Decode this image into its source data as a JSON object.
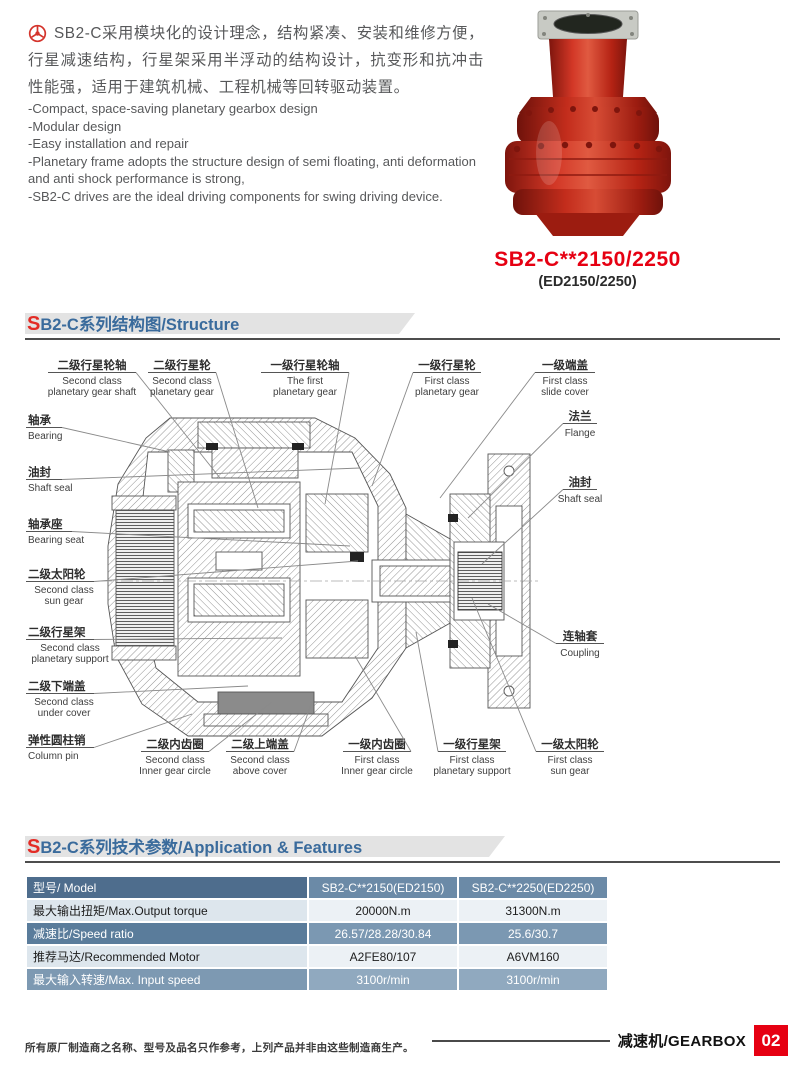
{
  "intro": {
    "zh": "SB2-C采用模块化的设计理念，结构紧凑、安装和维修方便，行星减速结构，行星架采用半浮动的结构设计，抗变形和抗冲击性能强，适用于建筑机械、工程机械等回转驱动装置。",
    "features": [
      "-Compact, space-saving planetary gearbox design",
      "-Modular design",
      "-Easy installation and repair",
      "-Planetary frame adopts the structure design of semi floating, anti deformation",
      "and anti shock performance is strong,",
      "-SB2-C drives are the ideal driving components for swing driving device."
    ]
  },
  "product": {
    "model": "SB2-C**2150/2250",
    "model_sub": "(ED2150/2250)"
  },
  "sections": {
    "structure": {
      "s": "S",
      "rest": "B2-C系列结构图/Structure"
    },
    "specs": {
      "s": "S",
      "rest": "B2-C系列技术参数/Application & Features"
    }
  },
  "diagram": {
    "labels": [
      {
        "zh": "二级行星轮轴",
        "en1": "Second class",
        "en2": "planetary gear shaft"
      },
      {
        "zh": "二级行星轮",
        "en1": "Second class",
        "en2": "planetary gear"
      },
      {
        "zh": "一级行星轮轴",
        "en1": "The first",
        "en2": "planetary gear"
      },
      {
        "zh": "一级行星轮",
        "en1": "First class",
        "en2": "planetary gear"
      },
      {
        "zh": "一级端盖",
        "en1": "First class",
        "en2": "slide cover"
      },
      {
        "zh": "法兰",
        "en1": "Flange"
      },
      {
        "zh": "油封",
        "en1": "Shaft seal"
      },
      {
        "zh": "轴承",
        "en1": "Bearing"
      },
      {
        "zh": "油封",
        "en1": "Shaft seal"
      },
      {
        "zh": "轴承座",
        "en1": "Bearing seat"
      },
      {
        "zh": "二级太阳轮",
        "en1": "Second class",
        "en2": "sun gear"
      },
      {
        "zh": "二级行星架",
        "en1": "Second class",
        "en2": "planetary support"
      },
      {
        "zh": "二级下端盖",
        "en1": "Second class",
        "en2": "under cover"
      },
      {
        "zh": "弹性圆柱销",
        "en1": "Column pin"
      },
      {
        "zh": "二级内齿圈",
        "en1": "Second class",
        "en2": "Inner gear circle"
      },
      {
        "zh": "二级上端盖",
        "en1": "Second class",
        "en2": "above cover"
      },
      {
        "zh": "一级内齿圈",
        "en1": "First class",
        "en2": "Inner gear circle"
      },
      {
        "zh": "一级行星架",
        "en1": "First class",
        "en2": "planetary support"
      },
      {
        "zh": "连轴套",
        "en1": "Coupling"
      },
      {
        "zh": "一级太阳轮",
        "en1": "First class",
        "en2": "sun gear"
      }
    ]
  },
  "table": {
    "headers": [
      "型号/ Model",
      "SB2-C**2150(ED2150)",
      "SB2-C**2250(ED2250)"
    ],
    "rows": [
      {
        "label": "最大输出扭矩/Max.Output torque",
        "v1": "20000N.m",
        "v2": "31300N.m"
      },
      {
        "label": "减速比/Speed ratio",
        "v1": "26.57/28.28/30.84",
        "v2": "25.6/30.7"
      },
      {
        "label": "推荐马达/Recommended Motor",
        "v1": "A2FE80/107",
        "v2": "A6VM160"
      },
      {
        "label": "最大输入转速/Max. Input speed",
        "v1": "3100r/min",
        "v2": "3100r/min"
      }
    ]
  },
  "footer": {
    "disclaimer": "所有原厂制造商之名称、型号及品名只作参考，上列产品并非由这些制造商生产。",
    "category": "减速机/GEARBOX",
    "page": "02"
  },
  "colors": {
    "accent_red": "#e60012",
    "header_blue": "#3a6b9c",
    "table_header": "#4e6d8d",
    "table_header_value": "#6b8aa7",
    "row_mid": "#7b98b2",
    "row_input": "#90a9bf",
    "row_light": "#ecf1f5"
  }
}
